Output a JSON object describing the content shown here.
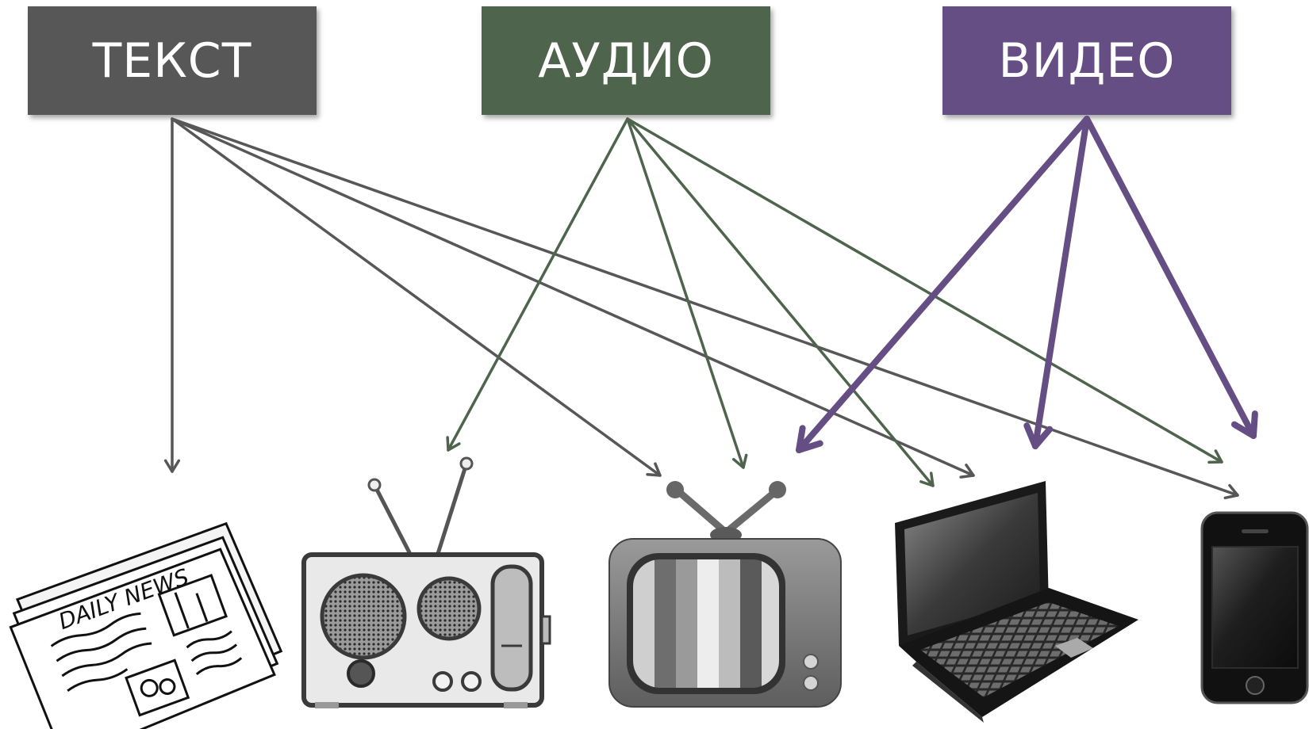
{
  "categories": [
    {
      "id": "text",
      "label": "ТЕКСТ",
      "color": "#575757"
    },
    {
      "id": "audio",
      "label": "АУДИО",
      "color": "#4e644c"
    },
    {
      "id": "video",
      "label": "ВИДЕО",
      "color": "#644e84"
    }
  ],
  "devices": [
    {
      "id": "newspaper",
      "icon": "newspaper-icon",
      "print": "DAILY NEWS"
    },
    {
      "id": "radio",
      "icon": "radio-icon"
    },
    {
      "id": "tv",
      "icon": "tv-icon"
    },
    {
      "id": "laptop",
      "icon": "laptop-icon"
    },
    {
      "id": "phone",
      "icon": "smartphone-icon"
    }
  ],
  "edges": [
    {
      "from": "text",
      "to": "newspaper"
    },
    {
      "from": "text",
      "to": "tv"
    },
    {
      "from": "text",
      "to": "laptop"
    },
    {
      "from": "text",
      "to": "phone"
    },
    {
      "from": "audio",
      "to": "radio"
    },
    {
      "from": "audio",
      "to": "tv"
    },
    {
      "from": "audio",
      "to": "laptop"
    },
    {
      "from": "audio",
      "to": "phone"
    },
    {
      "from": "video",
      "to": "tv"
    },
    {
      "from": "video",
      "to": "laptop"
    },
    {
      "from": "video",
      "to": "phone"
    }
  ]
}
